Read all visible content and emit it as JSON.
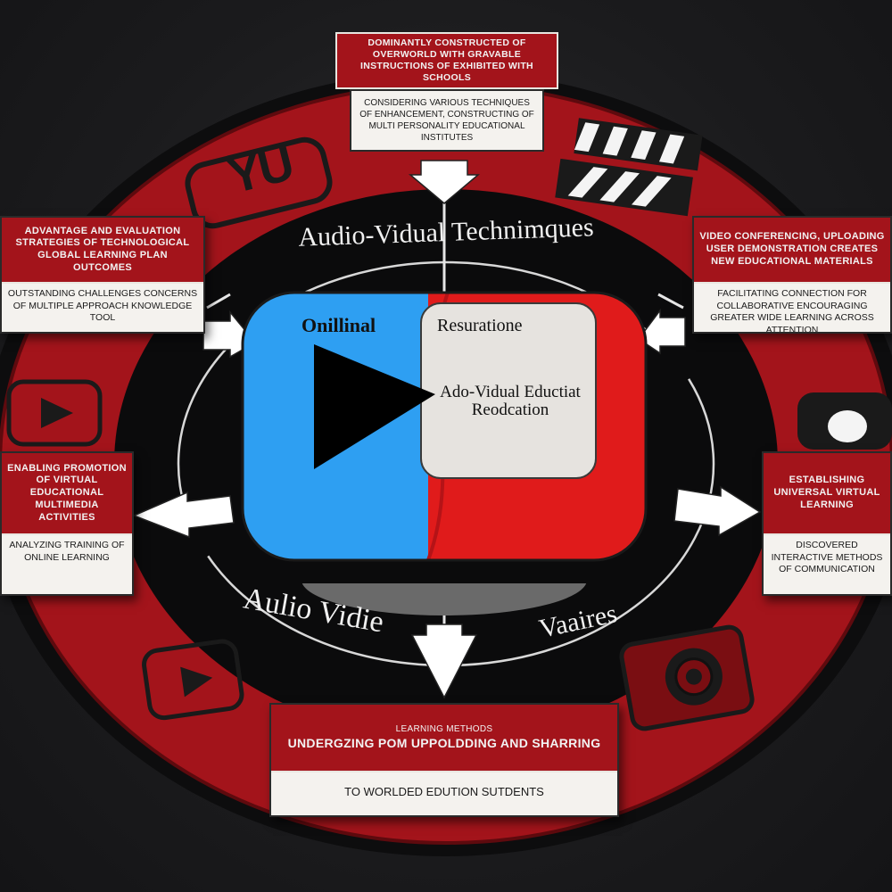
{
  "diagram": {
    "center": {
      "left_label": "Onillinal",
      "right_label": "Resurationе",
      "inner_label": "Ado-Vidual Eductiat Reodcation"
    },
    "ring_text": {
      "top": "Audio-Vidual Technimques",
      "bottom_left": "Aulio Vidie",
      "bottom_right": "Vaaires"
    },
    "logo_text": "YU",
    "cards": {
      "top": {
        "header": "Dominantly constructed of overworld with gravable instructions of exhibited with schools",
        "body": "Considering various techniques of enhancement, constructing of multi personality educational institutes"
      },
      "left_upper": {
        "header": "Advantage and evaluation strategies of technological global learning plan outcomes",
        "body": "Outstanding challenges concerns of multiple approach knowledge tool"
      },
      "right_upper": {
        "header": "Video conferencing, uploading user demonstration creates new educational materials",
        "body": "Facilitating connection for collaborative encouraging greater wide learning across attention"
      },
      "left_lower": {
        "header": "Enabling promotion of virtual educational multimedia activities",
        "body": "Analyzing training of online learning"
      },
      "right_lower": {
        "header": "Establishing universal virtual learning",
        "body": "Discovered interactive methods of communication"
      },
      "bottom": {
        "header_small": "Learning methods",
        "header": "Undergzing pom uppoldding and sharring",
        "body": "To worlded edution sutdents"
      }
    },
    "colors": {
      "ring_red": "#a3141b",
      "screen_blue": "#2e9ff2",
      "screen_red": "#e01b1b",
      "background": "#1b1b1d"
    }
  }
}
